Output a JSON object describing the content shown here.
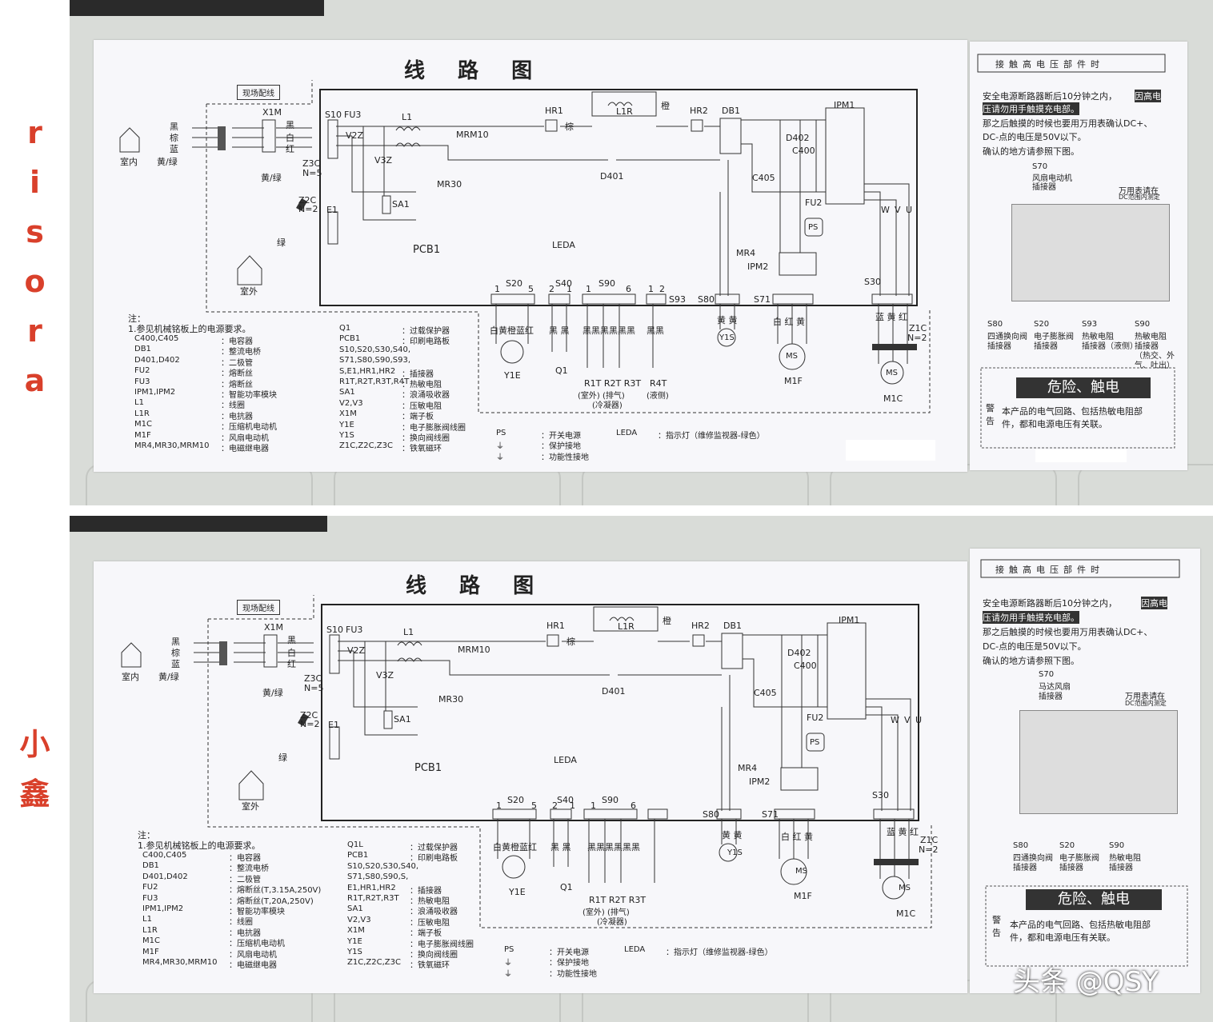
{
  "side_labels": {
    "top": [
      "r",
      "i",
      "s",
      "o",
      "r",
      "a"
    ],
    "bottom": [
      "小",
      "鑫"
    ]
  },
  "panels": [
    {
      "title": "线 路 图",
      "field_wiring": "现场配线",
      "indoor": "室内",
      "outdoor": "室外",
      "wire_colors": [
        "黑",
        "棕",
        "蓝",
        "黄/绿"
      ],
      "x1m_labels": [
        "黑",
        "白",
        "红"
      ],
      "terminals": {
        "x1m": "X1M",
        "z3c": "Z3C",
        "z3c_n": "N=5",
        "z2c": "Z2C",
        "z2c_n": "N=2",
        "e1": "E1",
        "green": "绿",
        "yellow_green": "黄/绿"
      },
      "components": [
        "S10",
        "FU3",
        "V2Z",
        "L1",
        "V3Z",
        "SA1",
        "MRM10",
        "MR30",
        "HR1",
        "L1R",
        "HR2",
        "DB1",
        "D402",
        "C400",
        "IPM1",
        "D401",
        "C405",
        "FU2",
        "PS",
        "MR4",
        "IPM2",
        "LEDA",
        "PCB1"
      ],
      "hr1_wire": "棕",
      "l1r_wire": "橙",
      "connectors": [
        "S20",
        "S40",
        "S90",
        "S93",
        "S80",
        "S71",
        "S30"
      ],
      "connector_pins": {
        "s20": [
          "1",
          "5"
        ],
        "s40": [
          "2",
          "1"
        ],
        "s90": [
          "1",
          "6"
        ],
        "s93": [
          "1",
          "2"
        ]
      },
      "s20_colors": "白黄橙蓝红",
      "s40_colors": "黑 黑",
      "s90_colors": "黑黑黑黑黑黑",
      "s93_colors": "黑黑",
      "s80_colors": "黄 黄",
      "s71_colors": "白  红  黄",
      "s30_colors": "蓝 黄 红",
      "uvw": [
        "W",
        "V",
        "U"
      ],
      "loads": {
        "y1e": "Y1E",
        "q1": "Q1",
        "sensors": "R1T R2T R3T",
        "sensor_notes": "(室外)    (排气)",
        "sensor_group": "(冷凝器)",
        "r4t": "R4T",
        "r4t_note": "(液侧)",
        "y1s": "Y1S",
        "m1f": "M1F",
        "m1c": "M1C",
        "z1c": "Z1C",
        "z1c_n": "N=2",
        "ms": "MS"
      },
      "notes_title": "注：",
      "notes_line1": "1.参见机械铭板上的电源要求。",
      "legend_left": [
        [
          "C400,C405",
          "电容器"
        ],
        [
          "DB1",
          "整流电桥"
        ],
        [
          "D401,D402",
          "二极管"
        ],
        [
          "FU2",
          "熔断丝"
        ],
        [
          "FU3",
          "熔断丝"
        ],
        [
          "IPM1,IPM2",
          "智能功率模块"
        ],
        [
          "L1",
          "线圈"
        ],
        [
          "L1R",
          "电抗器"
        ],
        [
          "M1C",
          "压缩机电动机"
        ],
        [
          "M1F",
          "风扇电动机"
        ],
        [
          "MR4,MR30,MRM10",
          "电磁继电器"
        ]
      ],
      "legend_mid": [
        [
          "Q1",
          "过载保护器"
        ],
        [
          "PCB1",
          "印刷电路板"
        ],
        [
          "S10,S20,S30,S40,",
          ""
        ],
        [
          "S71,S80,S90,S93,",
          ""
        ],
        [
          "S,E1,HR1,HR2",
          "插接器"
        ],
        [
          "R1T,R2T,R3T,R4T",
          "热敏电阻"
        ],
        [
          "SA1",
          "浪涌吸收器"
        ],
        [
          "V2,V3",
          "压敏电阻"
        ],
        [
          "X1M",
          "端子板"
        ],
        [
          "Y1E",
          "电子膨胀阀线圈"
        ],
        [
          "Y1S",
          "换向阀线圈"
        ],
        [
          "Z1C,Z2C,Z3C",
          "铁氧磁环"
        ]
      ],
      "legend_right": [
        [
          "PS",
          "开关电源"
        ],
        [
          "⏚",
          "保护接地"
        ],
        [
          "⏚",
          "功能性接地"
        ]
      ],
      "leda_note": [
        "LEDA",
        "指示灯（维修监视器-绿色）"
      ],
      "side_title": "接触高电压部件时",
      "side_text": [
        "安全电源断路器断后10分钟之内，",
        "因高电",
        "压请勿用手触摸充电部。",
        "那之后触摸的时候也要用万用表确认DC+、",
        "DC-点的电压是50V以下。",
        "确认的地方请参照下图。"
      ],
      "s70_label": [
        "S70",
        "风扇电动机",
        "插接器"
      ],
      "meter_note": [
        "万用表请在",
        "DC范围内测定"
      ],
      "bottom_connectors": [
        [
          "S80",
          "四通换向阀",
          "插接器"
        ],
        [
          "S20",
          "电子膨胀阀",
          "插接器"
        ],
        [
          "S93",
          "热敏电阻",
          "插接器（液侧）"
        ],
        [
          "S90",
          "热敏电阻",
          "插接器",
          "（热交、外",
          "气、吐出）"
        ]
      ],
      "danger_title": "危险、触电",
      "warn_label": "警告",
      "danger_text": [
        "本产品的电气回路、包括热敏电阻部",
        "件，都和电源电压有关联。"
      ]
    },
    {
      "title": "线 路 图",
      "field_wiring": "现场配线",
      "indoor": "室内",
      "outdoor": "室外",
      "wire_colors": [
        "黑",
        "棕",
        "蓝",
        "黄/绿"
      ],
      "x1m_labels": [
        "黑",
        "白",
        "红"
      ],
      "terminals": {
        "x1m": "X1M",
        "z3c": "Z3C",
        "z3c_n": "N=5",
        "z2c": "Z2C",
        "z2c_n": "N=2",
        "e1": "E1",
        "green": "绿",
        "yellow_green": "黄/绿"
      },
      "components": [
        "S10",
        "FU3",
        "V2Z",
        "L1",
        "V3Z",
        "SA1",
        "MRM10",
        "MR30",
        "HR1",
        "L1R",
        "HR2",
        "DB1",
        "D402",
        "C400",
        "IPM1",
        "D401",
        "C405",
        "FU2",
        "PS",
        "MR4",
        "IPM2",
        "LEDA",
        "PCB1"
      ],
      "hr1_wire": "棕",
      "l1r_wire": "橙",
      "connectors": [
        "S20",
        "S40",
        "S90",
        "S80",
        "S71",
        "S30"
      ],
      "connector_pins": {
        "s20": [
          "1",
          "5"
        ],
        "s40": [
          "2",
          "1"
        ],
        "s90": [
          "1",
          "6"
        ]
      },
      "s20_colors": "白黄橙蓝红",
      "s40_colors": "黑 黑",
      "s90_colors": "黑黑黑黑黑黑",
      "s80_colors": "黄 黄",
      "s71_colors": "白  红  黄",
      "s30_colors": "蓝 黄 红",
      "uvw": [
        "W",
        "V",
        "U"
      ],
      "loads": {
        "y1e": "Y1E",
        "q1": "Q1",
        "sensors": "R1T R2T R3T",
        "sensor_notes": "(室外)    (排气)",
        "sensor_group": "(冷凝器)",
        "y1s": "Y1S",
        "m1f": "M1F",
        "m1c": "M1C",
        "z1c": "Z1C",
        "z1c_n": "N=2",
        "ms": "MS"
      },
      "notes_title": "注：",
      "notes_line1": "1.参见机械铭板上的电源要求。",
      "legend_left": [
        [
          "C400,C405",
          "电容器"
        ],
        [
          "DB1",
          "整流电桥"
        ],
        [
          "D401,D402",
          "二极管"
        ],
        [
          "FU2",
          "熔断丝(T,3.15A,250V)"
        ],
        [
          "FU3",
          "熔断丝(T,20A,250V)"
        ],
        [
          "IPM1,IPM2",
          "智能功率模块"
        ],
        [
          "L1",
          "线圈"
        ],
        [
          "L1R",
          "电抗器"
        ],
        [
          "M1C",
          "压缩机电动机"
        ],
        [
          "M1F",
          "风扇电动机"
        ],
        [
          "MR4,MR30,MRM10",
          "电磁继电器"
        ]
      ],
      "legend_mid": [
        [
          "Q1L",
          "过载保护器"
        ],
        [
          "PCB1",
          "印刷电路板"
        ],
        [
          "S10,S20,S30,S40,",
          ""
        ],
        [
          "S71,S80,S90,S,",
          ""
        ],
        [
          "E1,HR1,HR2",
          "插接器"
        ],
        [
          "R1T,R2T,R3T",
          "热敏电阻"
        ],
        [
          "SA1",
          "浪涌吸收器"
        ],
        [
          "V2,V3",
          "压敏电阻"
        ],
        [
          "X1M",
          "端子板"
        ],
        [
          "Y1E",
          "电子膨胀阀线圈"
        ],
        [
          "Y1S",
          "换向阀线圈"
        ],
        [
          "Z1C,Z2C,Z3C",
          "铁氧磁环"
        ]
      ],
      "legend_right": [
        [
          "PS",
          "开关电源"
        ],
        [
          "⏚",
          "保护接地"
        ],
        [
          "⏚",
          "功能性接地"
        ]
      ],
      "leda_note": [
        "LEDA",
        "指示灯（维修监视器-绿色）"
      ],
      "side_title": "接触高电压部件时",
      "side_text": [
        "安全电源断路器断后10分钟之内，",
        "因高电",
        "压请勿用手触摸充电部。",
        "那之后触摸的时候也要用万用表确认DC+、",
        "DC-点的电压是50V以下。",
        "确认的地方请参照下图。"
      ],
      "s70_label": [
        "S70",
        "马达风扇",
        "插接器"
      ],
      "meter_note": [
        "万用表请在",
        "DC范围内测定"
      ],
      "bottom_connectors": [
        [
          "S80",
          "四通换向阀",
          "插接器"
        ],
        [
          "S20",
          "电子膨胀阀",
          "插接器"
        ],
        [
          "S90",
          "热敏电阻",
          "插接器"
        ]
      ],
      "danger_title": "危险、触电",
      "warn_label": "警告",
      "danger_text": [
        "本产品的电气回路、包括热敏电阻部",
        "件，都和电源电压有关联。"
      ]
    }
  ],
  "watermark": "头条 @QSY"
}
